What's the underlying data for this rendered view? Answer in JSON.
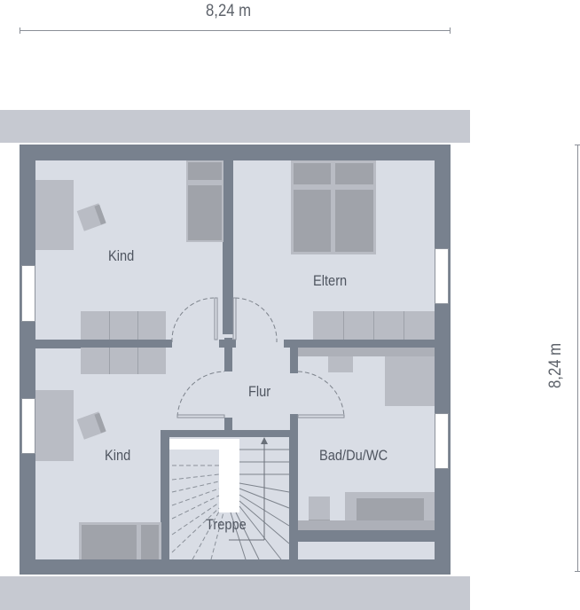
{
  "dimensions": {
    "width_label": "8,24 m",
    "depth_label": "8,24 m"
  },
  "rooms": [
    {
      "id": "kind-top",
      "label": "Kind"
    },
    {
      "id": "eltern",
      "label": "Eltern"
    },
    {
      "id": "flur",
      "label": "Flur"
    },
    {
      "id": "kind-bottom",
      "label": "Kind"
    },
    {
      "id": "bad",
      "label": "Bad/Du/WC"
    },
    {
      "id": "treppe",
      "label": "Treppe"
    }
  ],
  "colors": {
    "wall": "#78818e",
    "floor": "#d9dde5",
    "eave": "#c6c9d1",
    "furniture_light": "#b9bcc4",
    "furniture_dark": "#a0a3aa",
    "text": "#4f5560"
  }
}
